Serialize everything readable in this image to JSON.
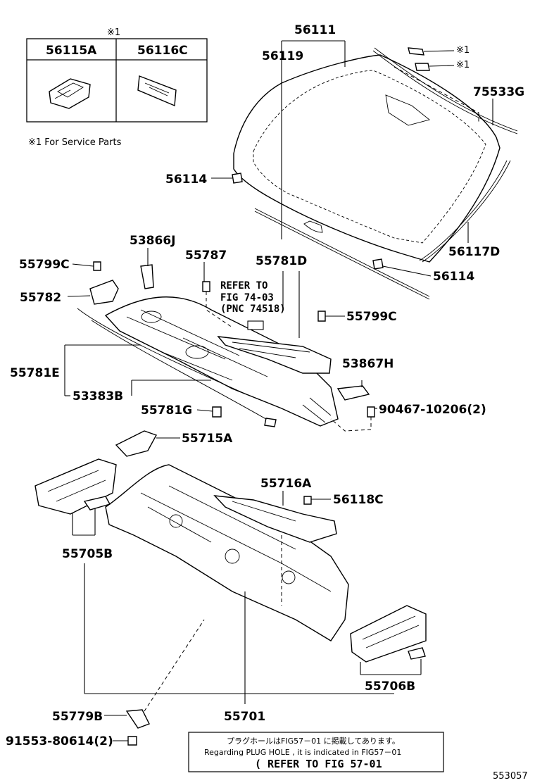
{
  "labels": {
    "p56111": "56111",
    "p56119": "56119",
    "p75533G": "75533G",
    "p56114_top": "56114",
    "p56114_bottom": "56114",
    "p56117D": "56117D",
    "p53866J": "53866J",
    "p55787": "55787",
    "p55781D": "55781D",
    "p55799C_left": "55799C",
    "p55799C_right": "55799C",
    "p55782": "55782",
    "p55781E": "55781E",
    "p53383B": "53383B",
    "p55781G": "55781G",
    "p53867H": "53867H",
    "p90467": "90467-10206(2)",
    "p55715A": "55715A",
    "p55716A": "55716A",
    "p56118C": "56118C",
    "p55705B": "55705B",
    "p55706B": "55706B",
    "p55779B": "55779B",
    "p55701": "55701",
    "p91553": "91553-80614(2)"
  },
  "service_box": {
    "mark": "※1",
    "col1": "56115A",
    "col2": "56116C",
    "legend": "※1 For Service Parts"
  },
  "callout_marks": {
    "upper": "※1",
    "lower": "※1"
  },
  "refer_note": {
    "line1": "REFER TO",
    "line2": "FIG 74-03",
    "line3": "(PNC 74518)"
  },
  "plug_note": {
    "line1": "プラグホールはFIG57－01 に掲載してあります。",
    "line2": "Regarding PLUG HOLE , it is indicated in FIG57－01",
    "line3": "( REFER TO FIG 57-01"
  },
  "diagram_id": "553057"
}
